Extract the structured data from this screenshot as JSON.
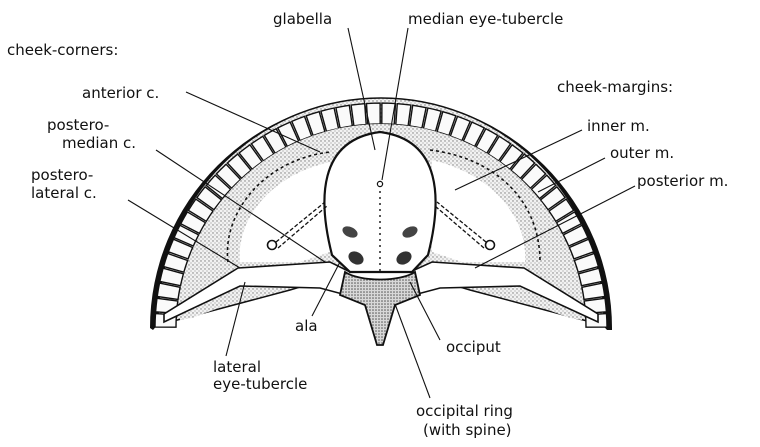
{
  "labels": {
    "glabella": "glabella",
    "median_eye_tubercle": "median eye-tubercle",
    "cheek_corners": "cheek-corners:",
    "anterior_c": "anterior c.",
    "postero_median_1": "postero-",
    "postero_median_2": "median c.",
    "postero_lateral_1": "postero-",
    "postero_lateral_2": "lateral c.",
    "cheek_margins": "cheek-margins:",
    "inner_m": "inner m.",
    "outer_m": "outer m.",
    "posterior_m": "posterior m.",
    "ala": "ala",
    "occiput": "occiput",
    "lateral_eye_tubercle_1": "lateral",
    "lateral_eye_tubercle_2": "eye-tubercle",
    "occipital_ring_1": "occipital ring",
    "occipital_ring_2": "(with spine)"
  },
  "colors": {
    "ink": "#111111",
    "stipple": "#d6d6d6",
    "background": "#ffffff"
  }
}
